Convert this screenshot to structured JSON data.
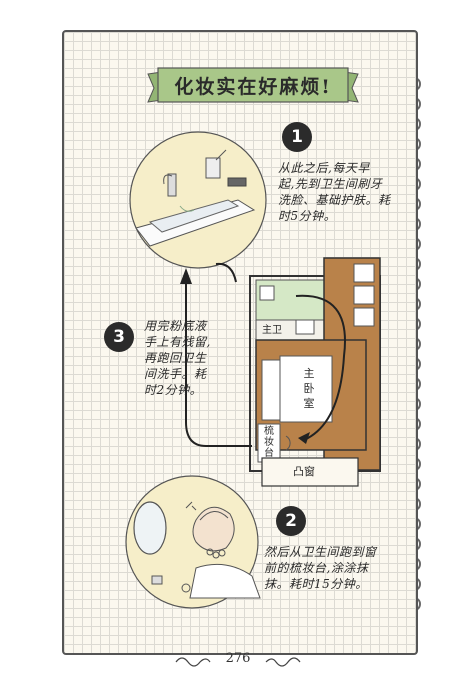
{
  "title": "化妆实在好麻烦!",
  "steps": [
    {
      "number": "1",
      "text": [
        "从此之后,每天早",
        "起,先到卫生间刷牙",
        "洗脸、基础护肤。耗",
        "时5分钟。"
      ]
    },
    {
      "number": "2",
      "text": [
        "然后从卫生间跑到窗",
        "前的梳妆台,涂涂抹",
        "抹。耗时15分钟。"
      ]
    },
    {
      "number": "3",
      "text": [
        "用完粉底液",
        "手上有残留,",
        "再跑回卫生",
        "间洗手。耗",
        "时2分钟。"
      ]
    }
  ],
  "floorplan": {
    "bathroom": "主卫",
    "bedroom": [
      "主",
      "卧",
      "室"
    ],
    "vanity": [
      "梳",
      "妆",
      "台"
    ],
    "bay_window": "凸窗"
  },
  "page_number": "276",
  "colors": {
    "banner": "#a9c789",
    "floor_wood": "#b9824a",
    "bathroom_tile": "#d5e8c6",
    "vignette": "#f6eec9"
  }
}
